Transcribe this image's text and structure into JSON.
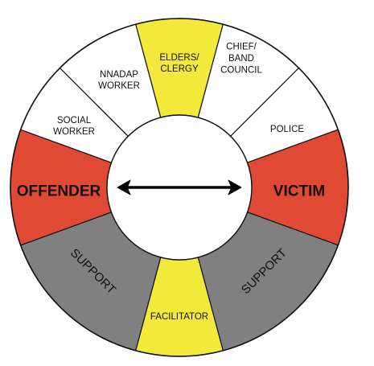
{
  "colors": {
    "outline": "#111111",
    "white_segment": "#ffffff",
    "yellow_segment": "#f2e93a",
    "red_segment": "#e04933",
    "gray_segment": "#808080",
    "center_fill": "#ffffff",
    "arrow": "#000000"
  },
  "center": {
    "arrow": "double-headed-arrow",
    "note": ""
  },
  "segments": [
    {
      "id": "elders-clergy",
      "lines": [
        "ELDERS/",
        "CLERGY"
      ],
      "color": "yellow_segment",
      "style": "normal"
    },
    {
      "id": "chief-band-council",
      "lines": [
        "CHIEF/",
        "BAND",
        "COUNCIL"
      ],
      "color": "white_segment",
      "style": "normal"
    },
    {
      "id": "police",
      "lines": [
        "POLICE"
      ],
      "color": "white_segment",
      "style": "normal"
    },
    {
      "id": "victim",
      "lines": [
        "VICTIM"
      ],
      "color": "red_segment",
      "style": "bold"
    },
    {
      "id": "support-right",
      "lines": [
        "SUPPORT"
      ],
      "color": "gray_segment",
      "style": "rotated-right"
    },
    {
      "id": "facilitator",
      "lines": [
        "FACILITATOR"
      ],
      "color": "yellow_segment",
      "style": "normal"
    },
    {
      "id": "support-left",
      "lines": [
        "SUPPORT"
      ],
      "color": "gray_segment",
      "style": "rotated-left"
    },
    {
      "id": "offender",
      "lines": [
        "OFFENDER"
      ],
      "color": "red_segment",
      "style": "bold"
    },
    {
      "id": "social-worker",
      "lines": [
        "SOCIAL",
        "WORKER"
      ],
      "color": "white_segment",
      "style": "normal"
    },
    {
      "id": "nnadap-worker",
      "lines": [
        "NNADAP",
        "WORKER"
      ],
      "color": "white_segment",
      "style": "normal"
    }
  ]
}
